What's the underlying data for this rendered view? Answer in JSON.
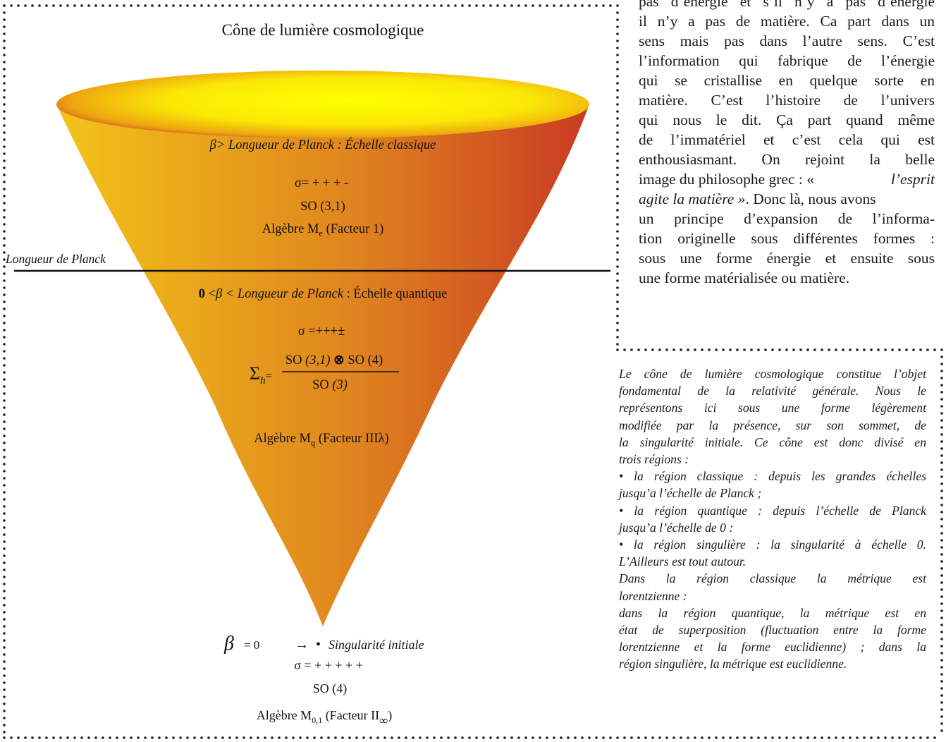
{
  "diagram": {
    "title": "Cône de lumière cosmologique",
    "planck_line_label": "Longueur de Planck",
    "classical": {
      "beta_symbol": "β",
      "heading": "> Longueur de Planck : Échelle classique",
      "sigma": "σ= + + + -",
      "group": "SO (3,1)",
      "algebra_prefix": "Algèbre M",
      "algebra_sub": "e",
      "algebra_suffix": " (Facteur 1)"
    },
    "quantum": {
      "zero": "0",
      "lt1": " <",
      "beta_symbol": "β",
      "lt2": " < ",
      "planck": "Longueur de Planck",
      "scale": " : Échelle quantique",
      "sigma": "σ =+++±",
      "sum_symbol": "Σ",
      "sum_sub": "h",
      "equals": "=",
      "numerator_a": "SO ",
      "numerator_b": "(3,1)",
      "otimes": " ⊗ ",
      "numerator_c": "SO (4)",
      "denominator_a": "SO ",
      "denominator_b": "(3)",
      "algebra_prefix": "Algèbre M",
      "algebra_sub": "q",
      "algebra_suffix": " (Facteur IIIλ)"
    },
    "singularity": {
      "beta_symbol": "β",
      "equals_zero": "= 0",
      "arrow": "→",
      "bullet": "•",
      "label": "Singularité initiale",
      "sigma": "σ = + + + + +",
      "group": "SO (4)",
      "algebra_prefix": "Algèbre M",
      "algebra_sub": "0,1",
      "algebra_mid": " (Facteur II",
      "algebra_sub2": "∞",
      "algebra_close": ")"
    },
    "colors": {
      "cone_light": "#f2c418",
      "cone_mid": "#e0851f",
      "cone_dark": "#c93a22",
      "top_yellow": "#ffee00",
      "top_red": "#c8402a",
      "dots": "#1a1a2e"
    }
  },
  "body_text": {
    "lines": [
      "pas d’énergie et s’il n’y a pas d’énergie",
      "il n’y a pas de matière. Ca part dans un",
      "sens mais pas dans l’autre sens. C’est",
      "l’information qui fabrique de l’énergie",
      "qui se cristallise en quelque sorte en",
      "matière. C’est l’histoire de l’univers",
      "qui nous le dit. Ça part quand même",
      "de l’immatériel et c’est cela qui est",
      "enthousiasmant. On rejoint la belle",
      "image du philosophe grec : « ",
      "agite la matière »",
      ". Donc là, nous avons",
      "un principe d’expansion de l’informa-",
      "tion originelle sous différentes formes :",
      "sous une forme énergie et ensuite sous",
      "une forme matérialisée ou matière."
    ],
    "quote_start": "l’esprit"
  },
  "caption": {
    "lines": [
      "Le cône de lumière cosmologique constitue l’objet",
      "fondamental de la relativité générale. Nous le",
      "représentons ici sous une forme légèrement",
      "modifiée par la présence, sur son sommet, de",
      "la singularité initiale. Ce cône est donc divisé en",
      "trois régions :",
      "• la région classique : depuis les grandes échelles",
      "jusqu’a l’échelle de Planck ;",
      "• la région quantique : depuis l’échelle de Planck",
      "jusqu’a l’échelle de 0 :",
      "• la région singulière : la singularité à échelle 0.",
      "L’Ailleurs est tout autour.",
      "Dans la région classique la métrique est",
      "lorentzienne :",
      "dans la région quantique, la métrique est en",
      "état de superposition (fluctuation entre la forme",
      "lorentzienne et la forme euclidienne) ; dans la",
      "région singulière, la métrique est euclidienne."
    ]
  }
}
